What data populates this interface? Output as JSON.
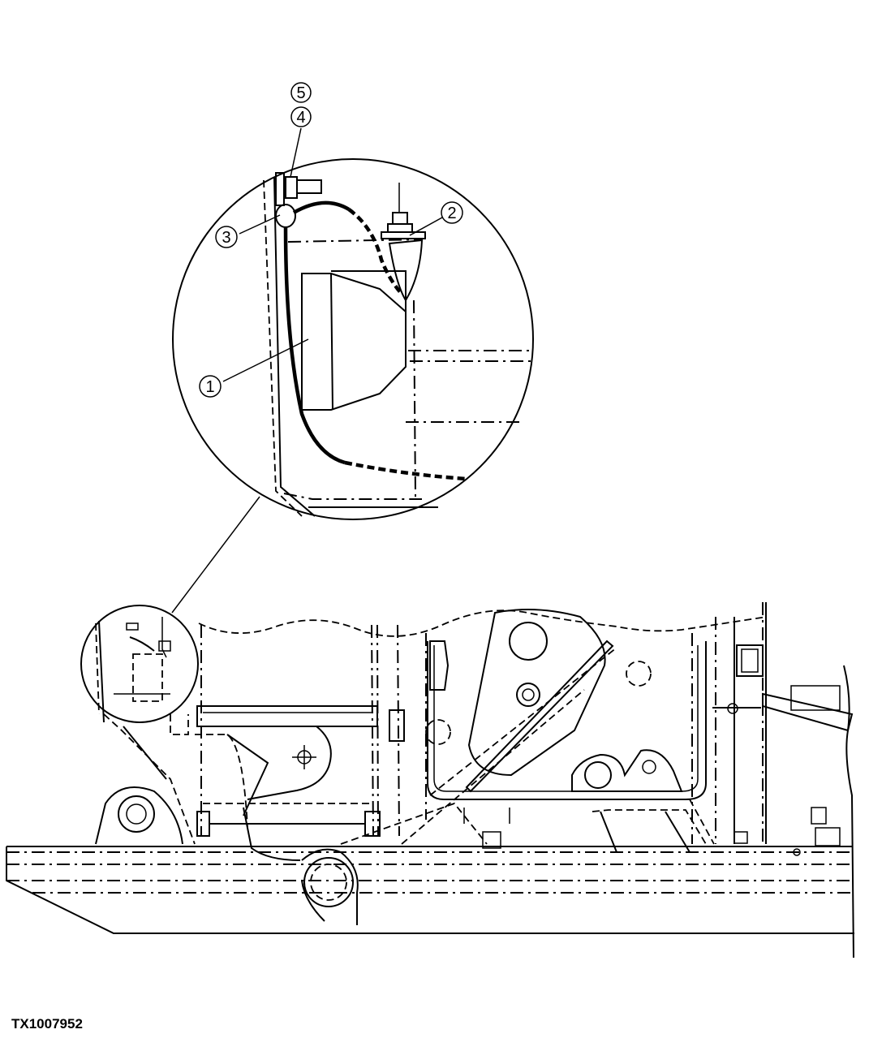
{
  "figure_id": "TX1007952",
  "callouts": [
    {
      "label": "1",
      "part": "light"
    },
    {
      "label": "2",
      "part": "nut"
    },
    {
      "label": "3",
      "part": "ground-terminal"
    },
    {
      "label": "4",
      "part": "bolt"
    },
    {
      "label": "5",
      "part": "washer"
    }
  ]
}
